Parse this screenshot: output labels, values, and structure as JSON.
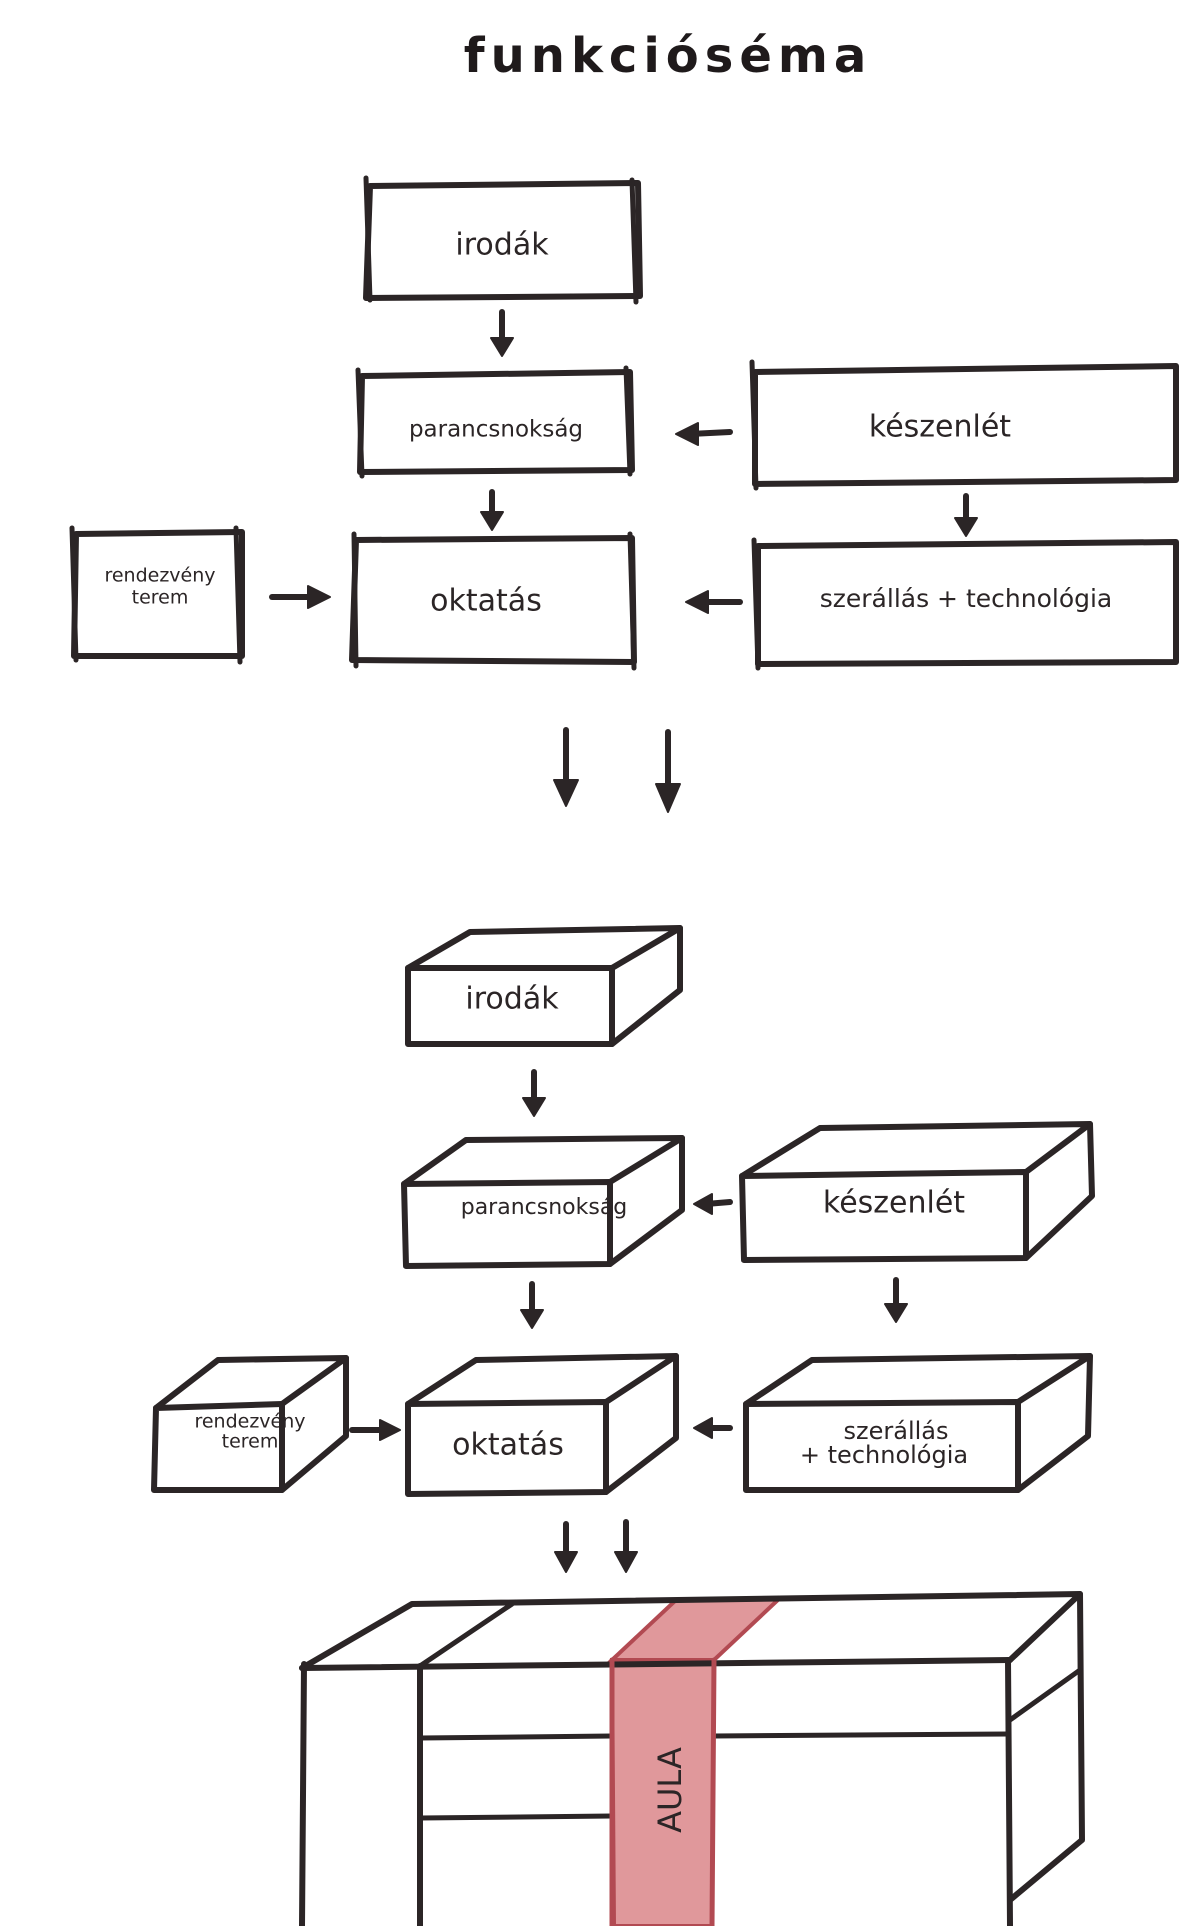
{
  "title": "funkcióséma",
  "flowchart": {
    "irodak": "irodák",
    "parancsnoksag": "parancsnokság",
    "keszenlet": "készenlét",
    "rendezveny_line1": "rendezvény",
    "rendezveny_line2": "terem",
    "oktatas": "oktatás",
    "szerallas": "szerállás + technológia"
  },
  "massing": {
    "irodak": "irodák",
    "parancsnoksag": "parancsnokság",
    "keszenlet": "készenlét",
    "rendezveny_line1": "rendezvény",
    "rendezveny_line2": "terem",
    "oktatas": "oktatás",
    "szerallas_line1": "szerállás",
    "szerallas_line2": "+ technológia"
  },
  "building": {
    "aula_label": "AULA",
    "aula_color": "#e0989b",
    "aula_stroke": "#b24a52"
  },
  "ink_color": "#2b2526"
}
